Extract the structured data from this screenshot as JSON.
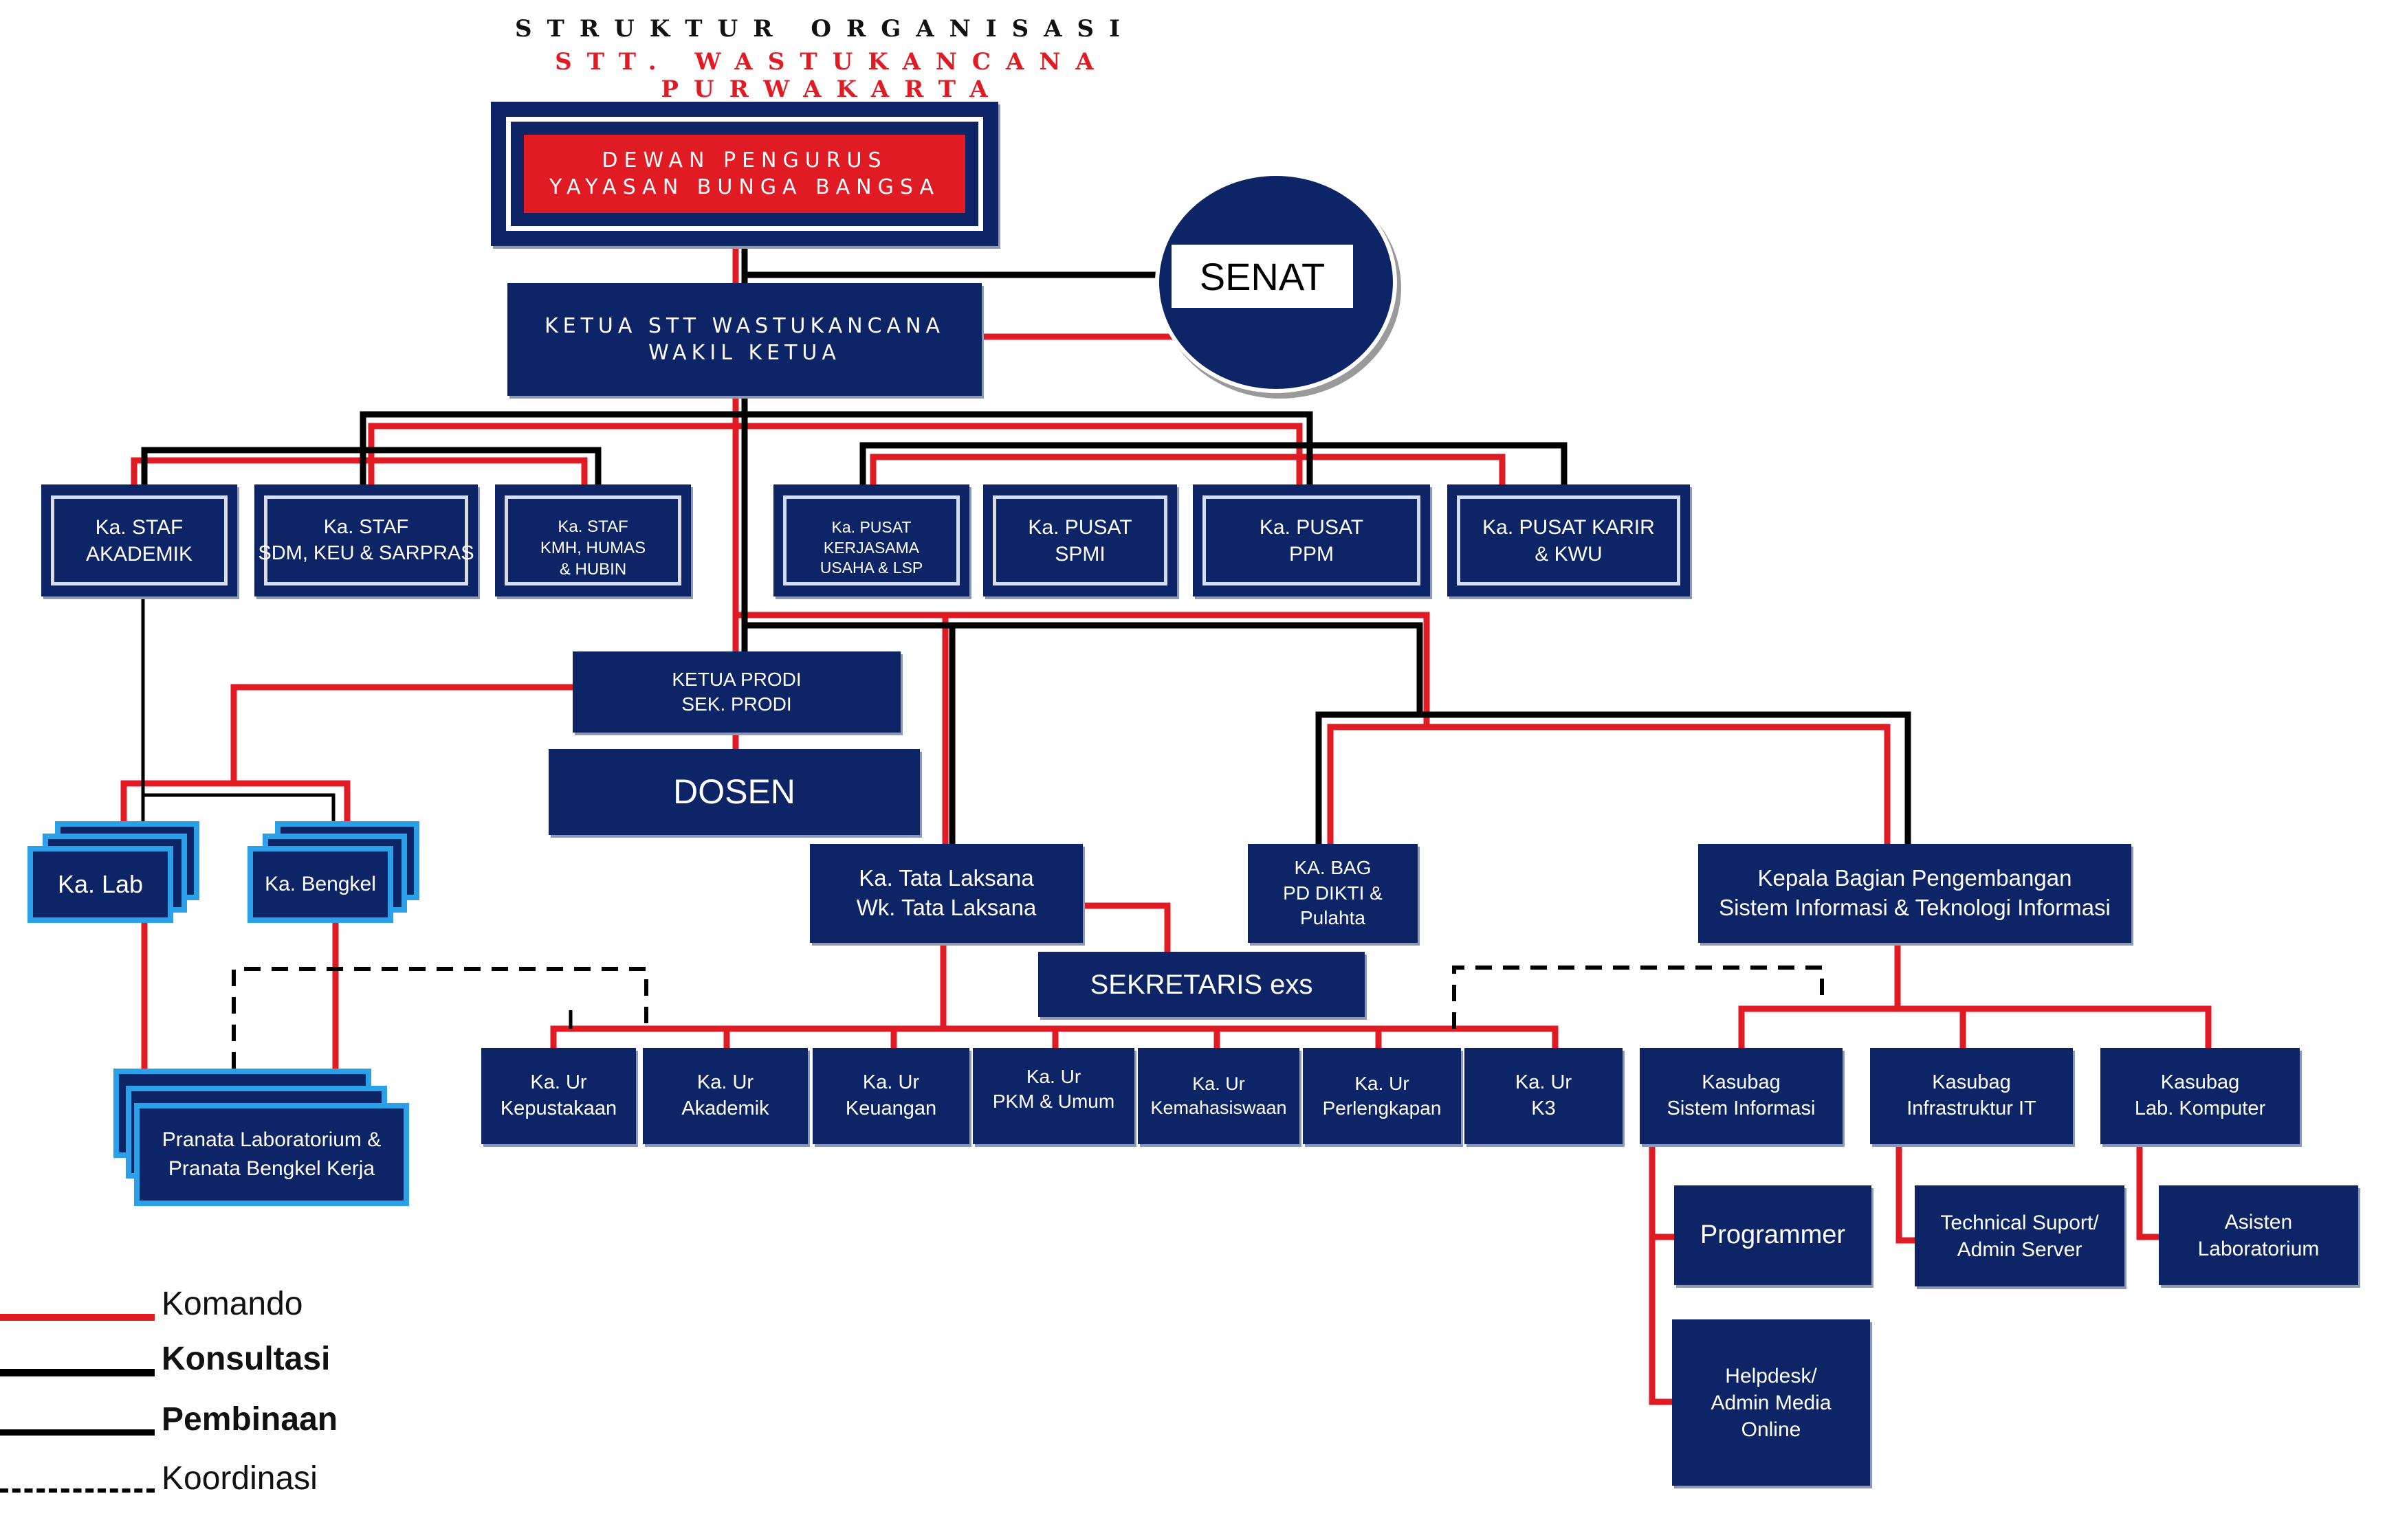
{
  "title": {
    "line1": "STRUKTUR ORGANISASI",
    "line2": "STT. WASTUKANCANA PURWAKARTA"
  },
  "colors": {
    "navy": "#0d2466",
    "komando_red": "#e01b24",
    "black": "#000000",
    "stack_blue": "#2aa0e8"
  },
  "nodes": {
    "dewan": "DEWAN PENGURUS\nYAYASAN BUNGA BANGSA",
    "ketua": "KETUA STT WASTUKANCANA\nWAKIL KETUA",
    "senat": "SENAT",
    "staf_akademik": "Ka. STAF\nAKADEMIK",
    "staf_sdm": "Ka. STAF\nSDM, KEU & SARPRAS",
    "staf_kmh": "Ka. STAF\nKMH, HUMAS\n& HUBIN",
    "pusat_kerjasama": "Ka. PUSAT\nKERJASAMA\nUSAHA & LSP",
    "pusat_spmi": "Ka. PUSAT\nSPMI",
    "pusat_ppm": "Ka. PUSAT\nPPM",
    "pusat_karir": "Ka. PUSAT KARIR\n& KWU",
    "ketua_prodi": "KETUA PRODI\nSEK. PRODI",
    "dosen": "DOSEN",
    "ka_lab": "Ka. Lab",
    "ka_bengkel": "Ka. Bengkel",
    "pranata": "Pranata Laboratorium &\nPranata Bengkel Kerja",
    "tata_laksana": "Ka. Tata Laksana\nWk. Tata Laksana",
    "sekretaris": "SEKRETARIS exs",
    "ka_bag_pddikti": "KA. BAG\nPD DIKTI &\nPulahta",
    "kabag_sisti": "Kepala Bagian Pengembangan\nSistem Informasi & Teknologi Informasi",
    "ka_ur": [
      "Ka. Ur\nKepustakaan",
      "Ka. Ur\nAkademik",
      "Ka. Ur\nKeuangan",
      "Ka. Ur\nPKM & Umum",
      "Ka. Ur\nKemahasiswaan",
      "Ka. Ur\nPerlengkapan",
      "Ka. Ur\nK3"
    ],
    "kasubag": [
      "Kasubag\nSistem Informasi",
      "Kasubag\nInfrastruktur IT",
      "Kasubag\nLab. Komputer"
    ],
    "programmer": "Programmer",
    "helpdesk": "Helpdesk/\nAdmin Media\nOnline",
    "tech_support": "Technical Suport/\nAdmin Server",
    "asisten_lab": "Asisten\nLaboratorium"
  },
  "legend": [
    {
      "label": "Komando",
      "style": "solid-red"
    },
    {
      "label": "Konsultasi",
      "style": "solid-black-thick"
    },
    {
      "label": "Pembinaan",
      "style": "solid-black"
    },
    {
      "label": "Koordinasi",
      "style": "dashed-black"
    }
  ]
}
